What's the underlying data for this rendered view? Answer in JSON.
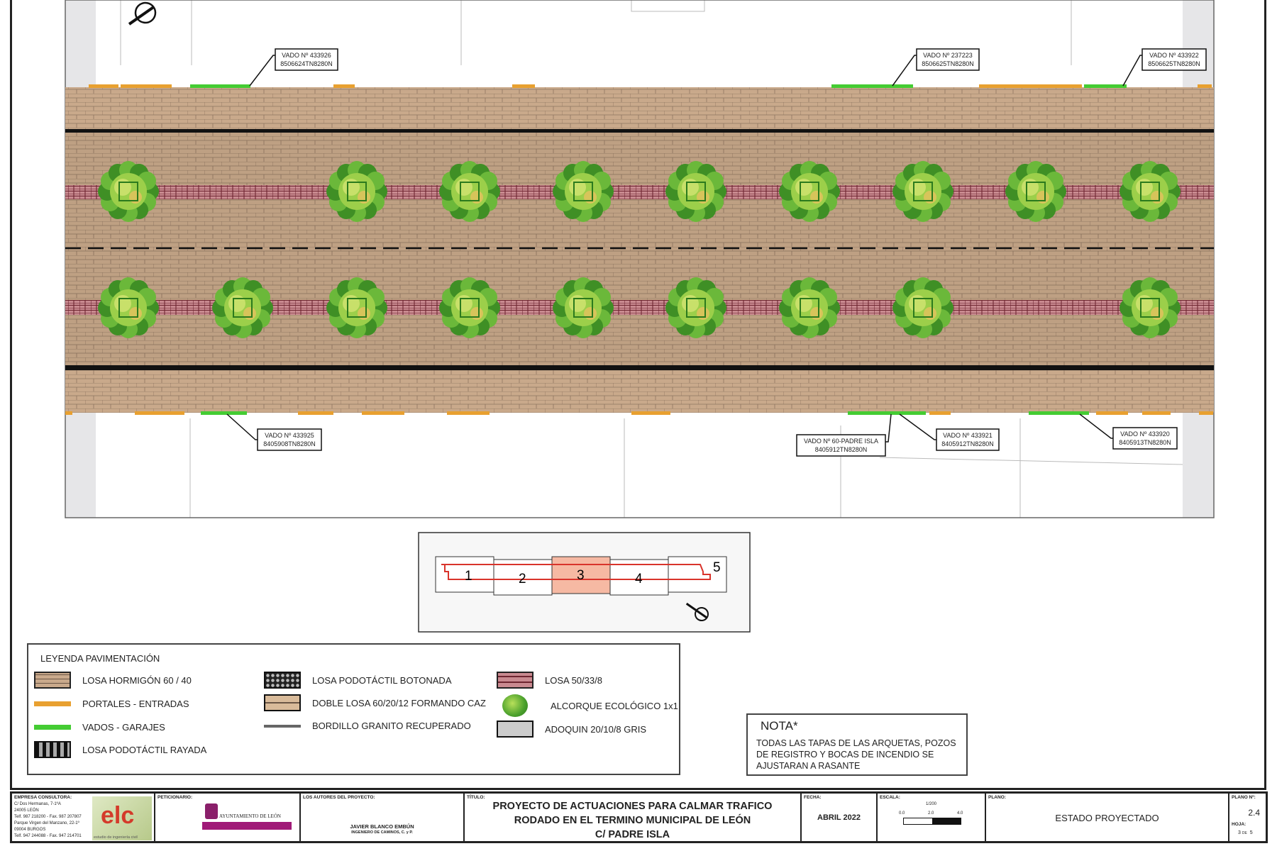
{
  "vados_top": [
    {
      "line1": "VADO Nº 433926",
      "line2": "8506624TN8280N"
    },
    {
      "line1": "VADO Nº 237223",
      "line2": "8506625TN8280N"
    },
    {
      "line1": "VADO Nº 433922",
      "line2": "8506625TN8280N"
    }
  ],
  "vados_bottom": [
    {
      "line1": "VADO Nº 433925",
      "line2": "8405908TN8280N"
    },
    {
      "line1": "VADO Nº 60-PADRE ISLA",
      "line2": "8405912TN8280N"
    },
    {
      "line1": "VADO Nº 433921",
      "line2": "8405912TN8280N"
    },
    {
      "line1": "VADO Nº 433920",
      "line2": "8405913TN8280N"
    }
  ],
  "key_map": {
    "sheets": [
      "1",
      "2",
      "3",
      "4",
      "5"
    ],
    "current": "3",
    "highlight_color": "#f6b9a3",
    "outline_color": "#d9342b"
  },
  "legend": {
    "title": "LEYENDA PAVIMENTACIÓN",
    "items": [
      {
        "label": "LOSA HORMIGÓN 60 / 40",
        "icon": "tan-brick-swatch"
      },
      {
        "label": "PORTALES - ENTRADAS",
        "icon": "orange-line",
        "color": "#e8a030"
      },
      {
        "label": "VADOS - GARAJES",
        "icon": "green-line",
        "color": "#44cc33"
      },
      {
        "label": "LOSA PODOTÁCTIL RAYADA",
        "icon": "striped-tactile-swatch"
      },
      {
        "label": "LOSA PODOTÁCTIL BOTONADA",
        "icon": "dotted-tactile-swatch"
      },
      {
        "label": "DOBLE LOSA 60/20/12 FORMANDO CAZ",
        "icon": "double-slab-swatch"
      },
      {
        "label": "BORDILLO GRANITO RECUPERADO",
        "icon": "grey-line",
        "color": "#666666"
      },
      {
        "label": "LOSA 50/33/8",
        "icon": "red-brick-swatch"
      },
      {
        "label": "ALCORQUE ECOLÓGICO 1x1",
        "icon": "tree-icon"
      },
      {
        "label": "ADOQUIN 20/10/8 GRIS",
        "icon": "grey-cobble-swatch"
      }
    ]
  },
  "nota": {
    "title": "NOTA*",
    "text": "TODAS LAS TAPAS DE LAS ARQUETAS, POZOS DE REGISTRO Y BOCAS DE INCENDIO SE AJUSTARAN A RASANTE"
  },
  "title_block": {
    "empresa_label": "EMPRESA CONSULTORA:",
    "empresa_lines": [
      "C/ Dos Hermanas, 7-1ºA",
      "24005 LEÓN",
      "Telf. 987 218200 - Fax. 987 207807",
      "Parque Virgen del Manzano, 22-1º",
      "09004 BURGOS",
      "Telf. 947 244088 - Fax. 947 214701"
    ],
    "logo_text": "elc",
    "logo_subtext": "estudio de ingeniería civil",
    "peticionario_label": "PETICIONARIO:",
    "peticionario": "AYUNTAMIENTO DE LEÓN",
    "autores_label": "LOS AUTORES DEL PROYECTO:",
    "autor": "JAVIER BLANCO EMBÚN",
    "autor_title": "INGENIERO DE CAMINOS, C. y P.",
    "titulo_label": "TÍTULO:",
    "titulo_lines": [
      "PROYECTO DE ACTUACIONES PARA CALMAR TRAFICO",
      "RODADO EN EL TERMINO MUNICIPAL DE LEÓN",
      "C/ PADRE ISLA"
    ],
    "fecha_label": "FECHA:",
    "fecha": "ABRIL 2022",
    "escala_label": "ESCALA:",
    "escala": "1/200",
    "escala_ticks": [
      "0.0",
      "2.0",
      "4.0"
    ],
    "plano_label": "PLANO:",
    "plano": "ESTADO PROYECTADO",
    "plano_n_label": "PLANO Nº:",
    "plano_n": "2.4",
    "hoja_label": "HOJA:",
    "hoja": "3",
    "hoja_de": "DE",
    "hoja_total": "5"
  },
  "colors": {
    "paving": "#c8a98a",
    "losa_red": "#8b3a44",
    "portales": "#e8a030",
    "vados": "#44cc33"
  }
}
